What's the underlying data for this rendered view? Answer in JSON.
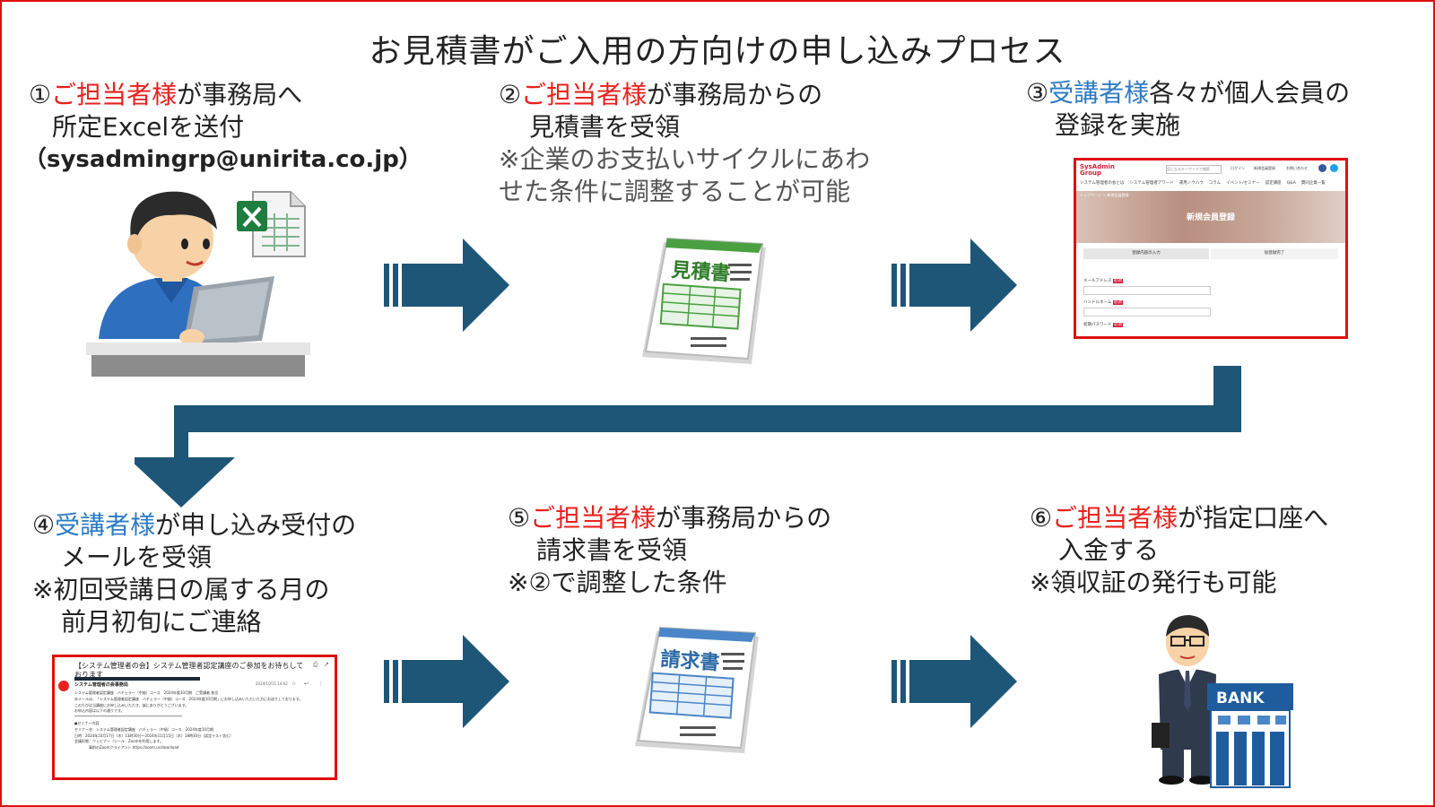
{
  "title": "お見積書がご入用の方向けの申し込みプロセス",
  "colors": {
    "frame": "#e01010",
    "arrow": "#1e5677",
    "red": "#e8211e",
    "blue": "#2e7bc4"
  },
  "steps": {
    "s1": {
      "num": "①",
      "who": "ご担当者様",
      "rest1": "が事務局へ",
      "l2": "所定Excelを送付",
      "l3": "（sysadmingrp@unirita.co.jp）"
    },
    "s2": {
      "num": "②",
      "who": "ご担当者様",
      "rest1": "が事務局からの",
      "l2": "見積書を受領",
      "l3": "※企業のお支払いサイクルにあわ",
      "l4": "せた条件に調整することが可能"
    },
    "s3": {
      "num": "③",
      "who": "受講者様",
      "rest1": "各々が個人会員の",
      "l2": "登録を実施"
    },
    "s4": {
      "num": "④",
      "who": "受講者様",
      "rest1": "が申し込み受付の",
      "l2": "メールを受領",
      "l3": "※初回受講日の属する月の",
      "l4": "前月初旬にご連絡"
    },
    "s5": {
      "num": "⑤",
      "who": "ご担当者様",
      "rest1": "が事務局からの",
      "l2": "請求書を受領",
      "l3": "※②で調整した条件"
    },
    "s6": {
      "num": "⑥",
      "who": "ご担当者様",
      "rest1": "が指定口座へ",
      "l2": "入金する",
      "l3": "※領収証の発行も可能"
    }
  },
  "icons": {
    "pc_person": "person-with-laptop-icon",
    "excel": "excel-file-icon",
    "estimate": "estimate-document-icon",
    "invoice": "invoice-document-icon",
    "bank": "businessman-bank-icon"
  },
  "doc_labels": {
    "estimate": "見積書",
    "invoice": "請求書",
    "bank": "BANK"
  },
  "signup_page": {
    "logo": "SysAdmin Group",
    "search_placeholder": "気になるキーワードで検索",
    "header_links": [
      "ログイン",
      "新規会員登録",
      "お問い合わせ"
    ],
    "nav": [
      "システム管理者の会とは",
      "システム管理者アワード",
      "運用ノウハウ",
      "コラム",
      "イベント/セミナー",
      "認定講座",
      "Q&A",
      "賛同企業一覧"
    ],
    "breadcrumb": "トップページ ＞ 新規会員登録",
    "hero_title": "新規会員登録",
    "steps": [
      "登録内容の入力",
      "仮登録完了"
    ],
    "fields": [
      "メールアドレス",
      "ハンドルネーム",
      "初期パスワード"
    ],
    "required_badge": "必須"
  },
  "email": {
    "subject": "【システム管理者の会】システム管理者認定講座のご参加をお待ちして",
    "subject2": "おります",
    "sender": "システム管理者の会事務局",
    "date": "2024/10/15 14:02",
    "lines": [
      "システム管理者認定講座　バチェラー（中級）コース　2024年度10月期　ご受講者 各位",
      "本メールは、「システム管理者認定講座　バチェラー（中級）コース　2024年度10月期」にお申し込みいただいた方にお送りしております。",
      "このたびは当講座にお申し込みいただき、誠にありがとうございます。",
      "お申込内容は以下の通りです。",
      "************************************************************",
      "●セミナー内容",
      "セミナー名：システム管理者認定講座　バチェラー（中級）コース　2024年度10月期",
      "日時：2024年10月17日（木）13時30分～2024年11月15日（木）18時30分（認定テスト含む）",
      "会議形態：ウェビナー（ツール：Zoomを利用します。",
      "　　　　事前のZoomクライアント https://zoom.us/download"
    ]
  }
}
